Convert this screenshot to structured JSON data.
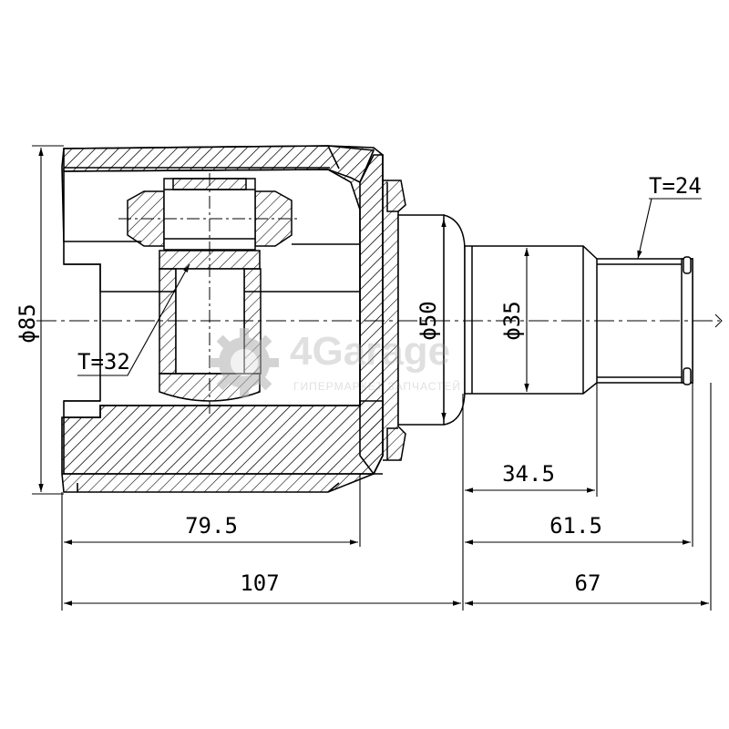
{
  "drawing": {
    "dimensions": {
      "outer_diameter": "ϕ85",
      "flange_diameter": "ϕ50",
      "shaft_diameter": "ϕ35",
      "inner_teeth": "T=32",
      "outer_teeth": "T=24",
      "body_length_inner": "79.5",
      "body_length_total": "107",
      "shaft_length_shoulder": "34.5",
      "shaft_length_spline": "61.5",
      "shaft_length_total": "67"
    },
    "watermark": {
      "brand": "4Garage",
      "tagline": "ГИПЕРМАРКЕТ ЗАПЧАСТЕЙ"
    }
  }
}
